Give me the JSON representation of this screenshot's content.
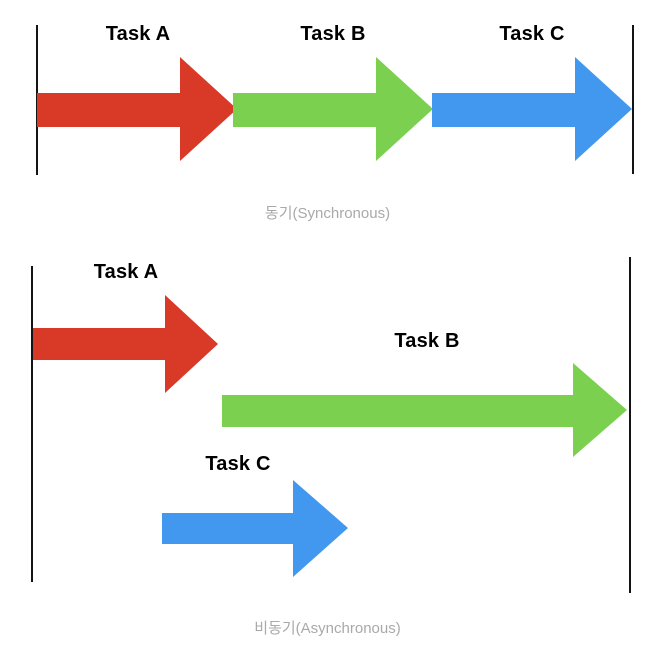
{
  "colors": {
    "task_a": "#d93a27",
    "task_b": "#7bd14f",
    "task_c": "#4298ef",
    "timeline": "#141414",
    "caption_text": "#a9a9a9",
    "label_text": "#000000"
  },
  "sync_section": {
    "caption": "동기(Synchronous)",
    "tasks": [
      {
        "label": "Task A"
      },
      {
        "label": "Task B"
      },
      {
        "label": "Task C"
      }
    ]
  },
  "async_section": {
    "caption": "비동기(Asynchronous)",
    "tasks": [
      {
        "label": "Task A"
      },
      {
        "label": "Task B"
      },
      {
        "label": "Task C"
      }
    ]
  }
}
